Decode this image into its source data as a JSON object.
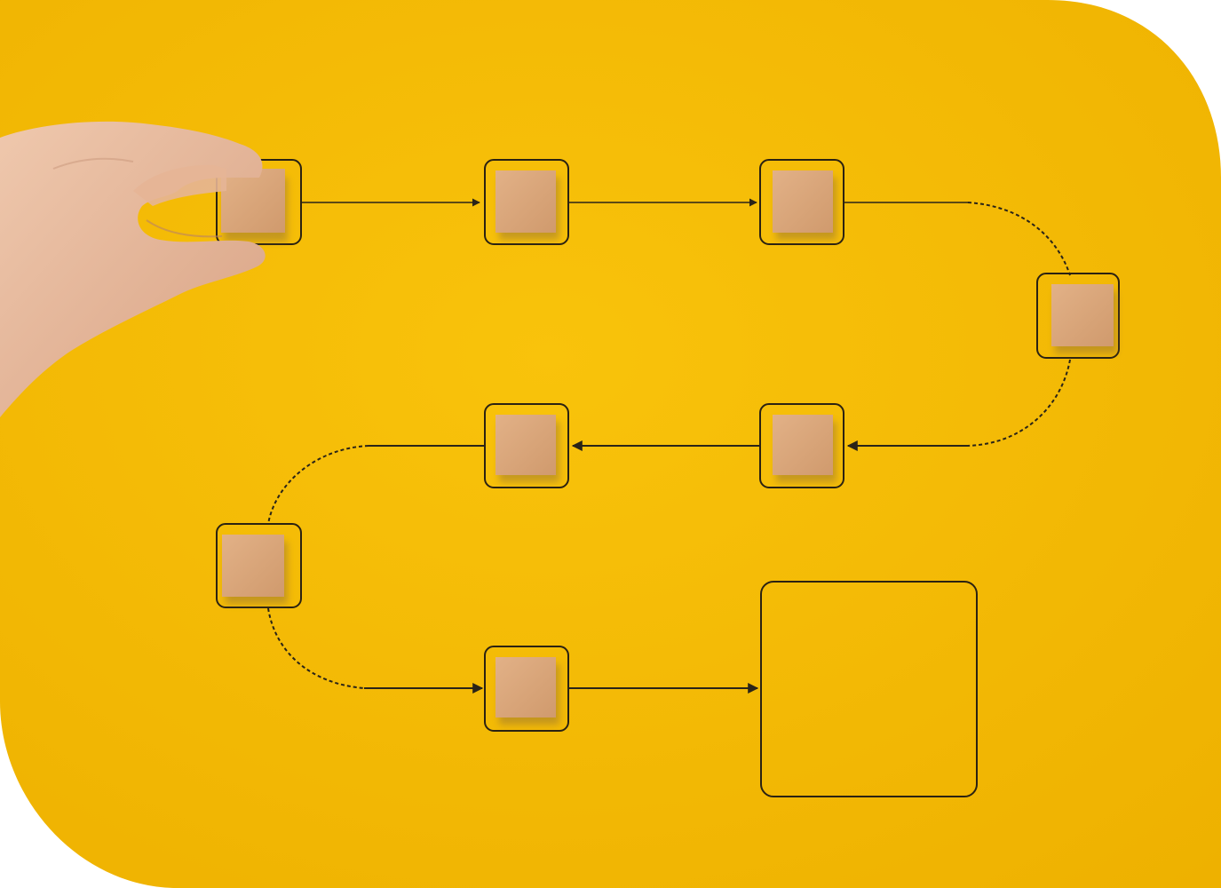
{
  "colors": {
    "background": "#ffffff",
    "board": "#f6bd06",
    "board_edge": "#eaaa00",
    "line": "#2a2418",
    "frame": "#2b2212",
    "block": "#d9a57c",
    "block_shadow": "#a97a47",
    "skin": "#e8bc9f"
  },
  "flow": {
    "step_count": 8,
    "has_empty_final_box": true,
    "steps": [
      {
        "name": "flow-block-1",
        "held_by_hand": true
      },
      {
        "name": "flow-block-2"
      },
      {
        "name": "flow-block-3"
      },
      {
        "name": "flow-block-4"
      },
      {
        "name": "flow-block-5"
      },
      {
        "name": "flow-block-6"
      },
      {
        "name": "flow-block-7"
      },
      {
        "name": "flow-block-8"
      }
    ]
  }
}
